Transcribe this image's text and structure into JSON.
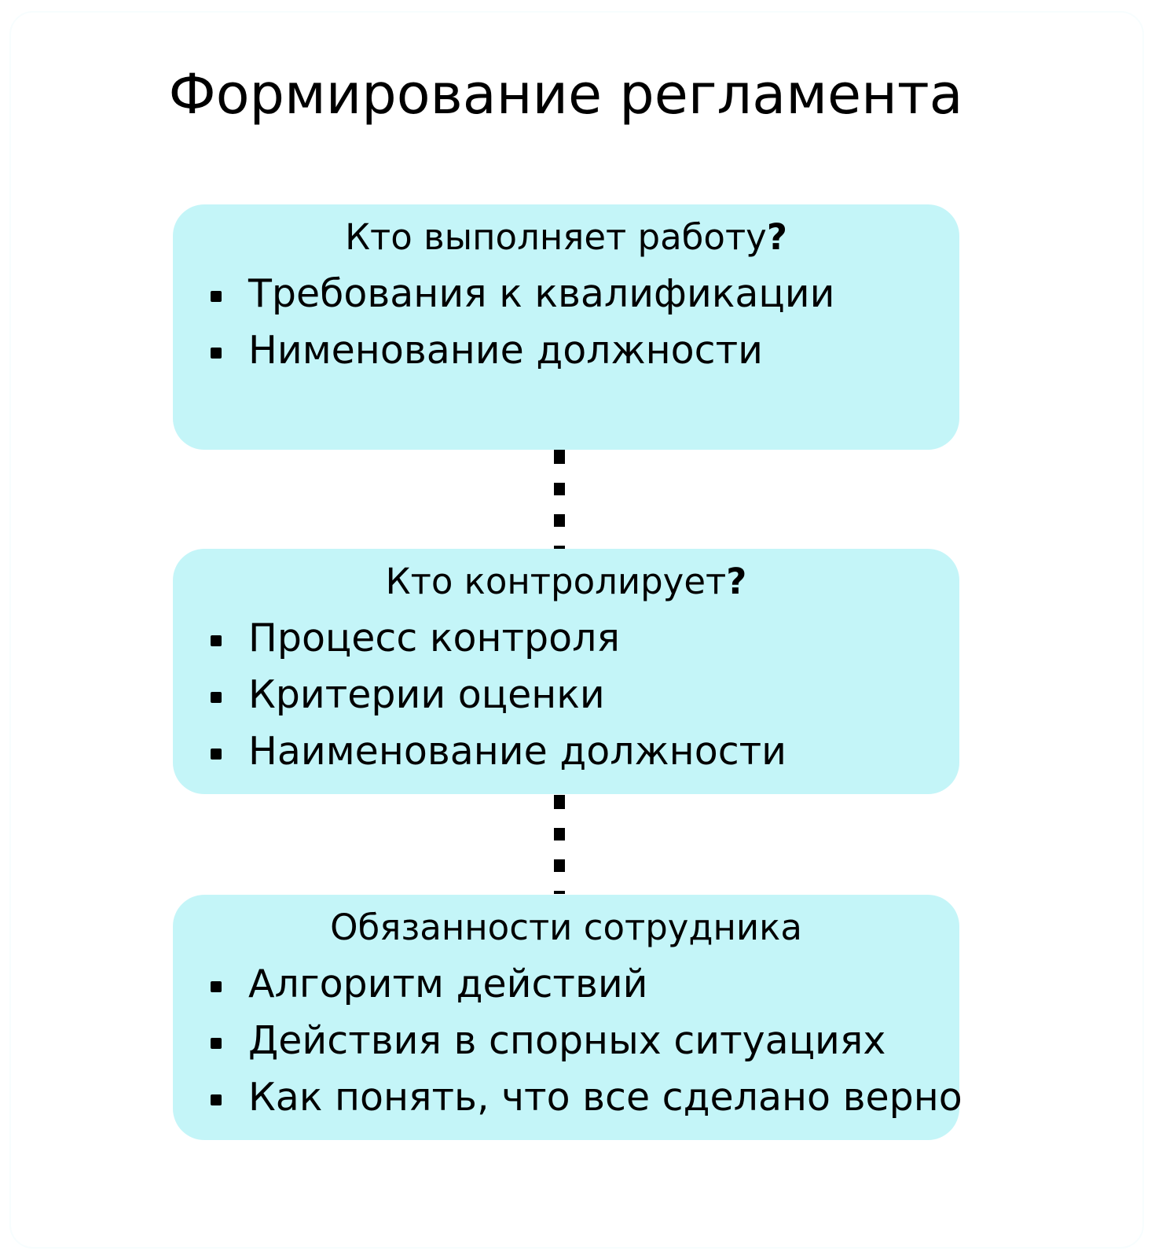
{
  "title": "Формирование регламента",
  "boxes": [
    {
      "heading": "Кто выполняет работу",
      "mark": "?",
      "items": [
        "Требования к квалификации",
        "Нименование должности"
      ]
    },
    {
      "heading": "Кто контролирует",
      "mark": "?",
      "items": [
        "Процесс контроля",
        "Критерии оценки",
        "Наименование должности"
      ]
    },
    {
      "heading": "Обязанности сотрудника",
      "mark": "",
      "items": [
        "Алгоритм действий",
        "Действия в спорных ситуациях",
        "Как понять, что все сделано верно"
      ]
    }
  ],
  "colors": {
    "box": "#c4f5f8",
    "connector": "#000000"
  }
}
